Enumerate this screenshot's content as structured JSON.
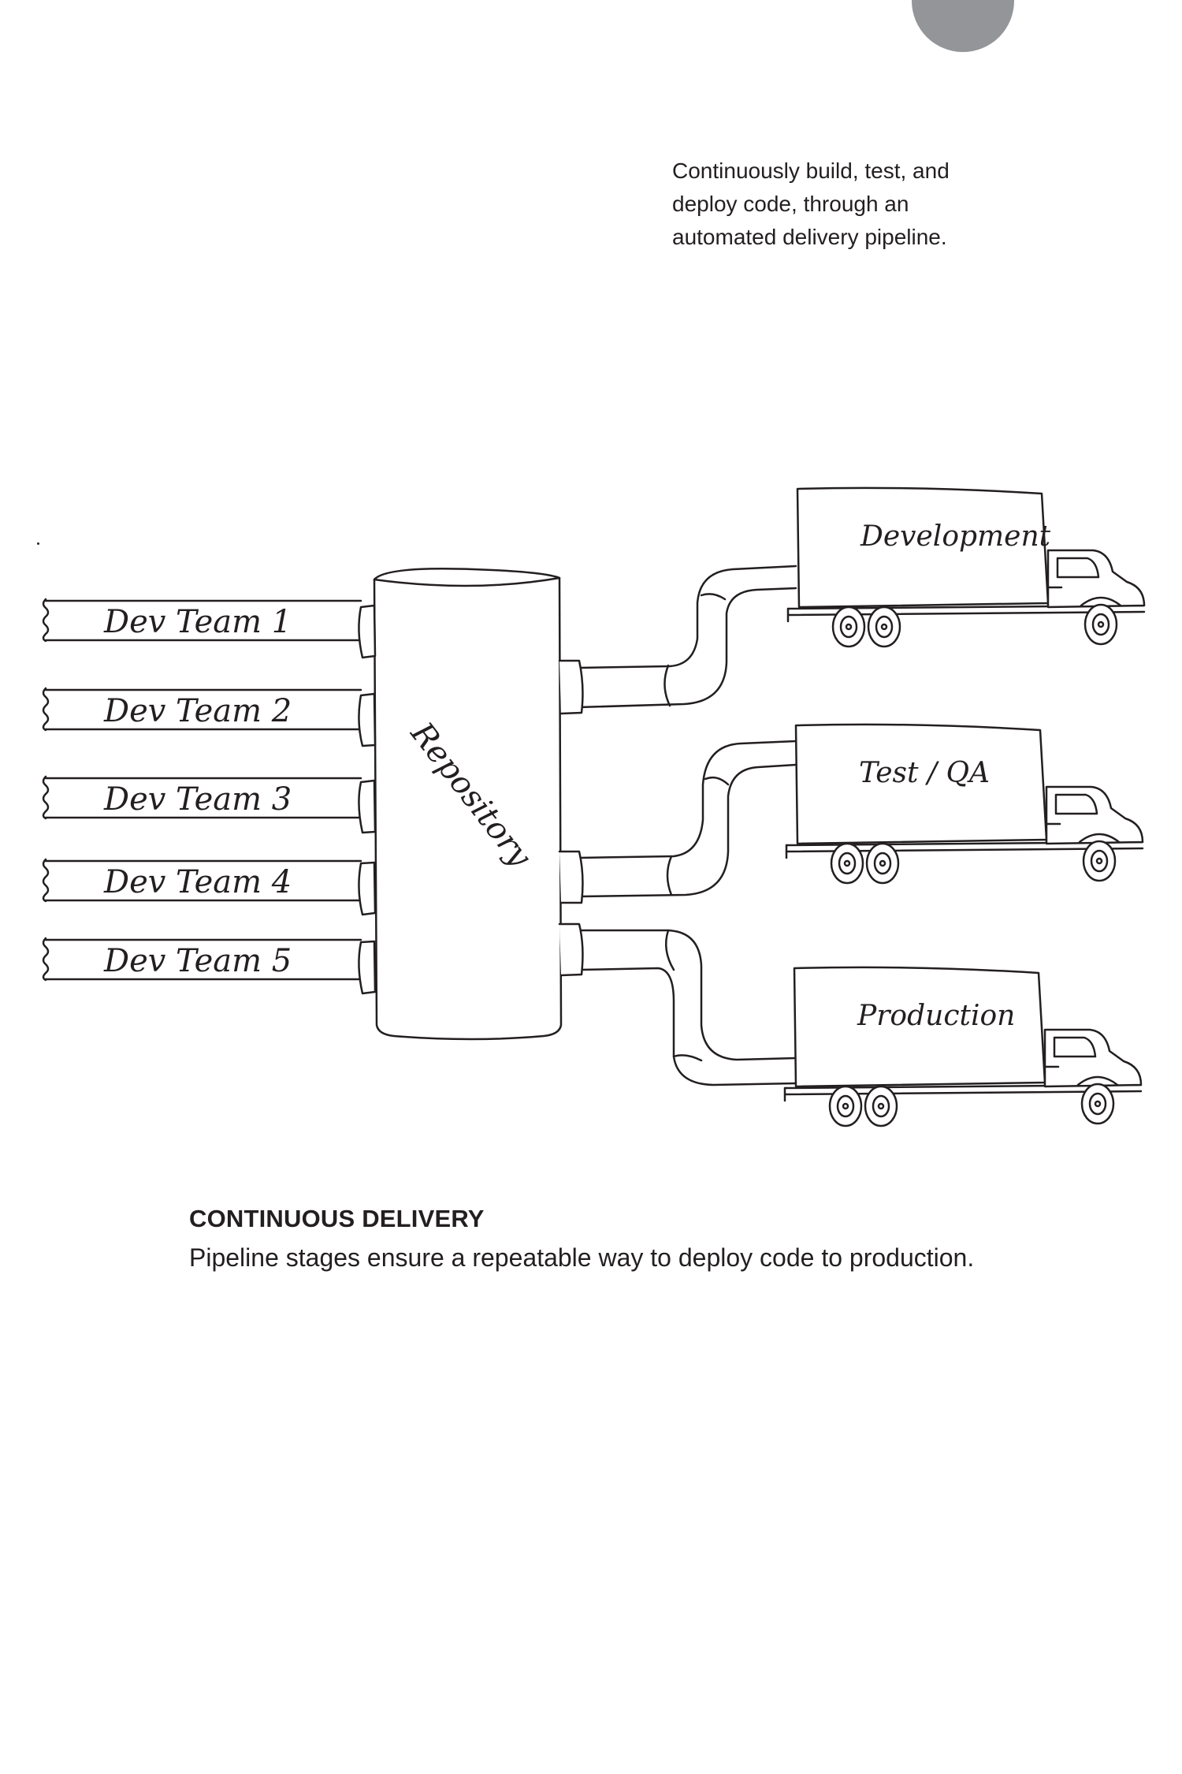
{
  "intro": "Continuously build, test, and deploy code, through an automated delivery pipeline.",
  "teams": [
    "Dev Team 1",
    "Dev Team 2",
    "Dev Team 3",
    "Dev Team 4",
    "Dev Team 5"
  ],
  "repository_label": "Repository",
  "stages": [
    "Development",
    "Test / QA",
    "Production"
  ],
  "caption": {
    "title": "CONTINUOUS DELIVERY",
    "text": "Pipeline stages ensure a repeatable way to deploy code to production."
  },
  "colors": {
    "ink": "#231f20",
    "page_marker": "#939598"
  }
}
